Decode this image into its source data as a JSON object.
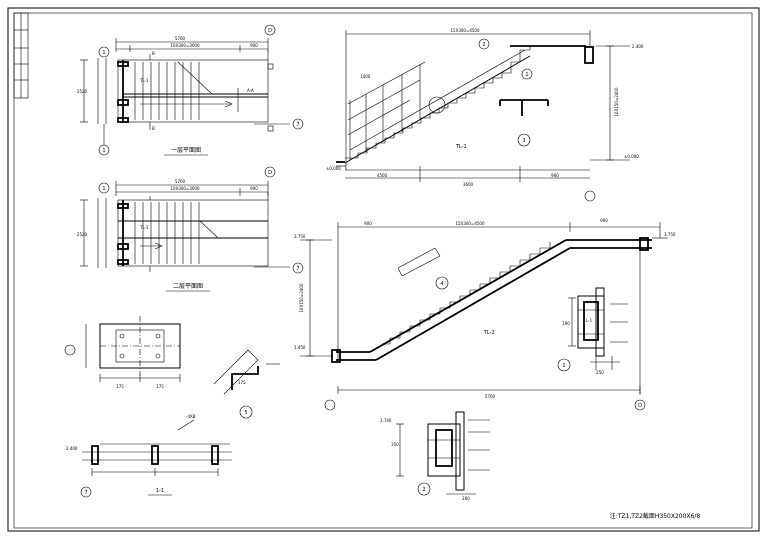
{
  "titles": {
    "plan1": "一层平面图",
    "plan2": "二层平面图",
    "tl1": "TL-1",
    "tl2": "TL-2",
    "tl1_small": "TL-1",
    "l1": "L-1",
    "section11": "1-1",
    "note": "注:TZ1,TZ2截面H350X200X6/8"
  },
  "axes": {
    "d": "D",
    "seven": "7",
    "c1": "1",
    "c2": "2",
    "c3": "3",
    "c4": "4",
    "c5": "5"
  },
  "dims": {
    "plan_total": "5700",
    "plan_inner": "10X300=3000",
    "plan_right": "900",
    "plan_height": "2520",
    "plan1_ab": "A-A",
    "plan1_b": "B",
    "tl1_top": "15X300=4500",
    "tl1_left": "1400",
    "tl1_mid": "4500",
    "tl1_bottom": "3600",
    "tl1_right": "900",
    "tl1_height": "16X150=2400",
    "elev1": "2.400",
    "elev0": "±0.000",
    "tl2_left": "900",
    "tl2_top": "15X300=4500",
    "tl2_right": "900",
    "tl2_height": "16X150=2400",
    "tl2_bottom": "5700",
    "elev_a": "3.750",
    "elev_b": "1.450",
    "elev_c": "3.750",
    "node1_w": "250",
    "node1_h": "190",
    "node2_elev": "3.740",
    "node2_a": "350",
    "node2_b": "200",
    "plate_a": "175",
    "plate_b": "175",
    "plate_c": "175",
    "sec_size": "-4X8",
    "sec_elev": "2.400"
  }
}
